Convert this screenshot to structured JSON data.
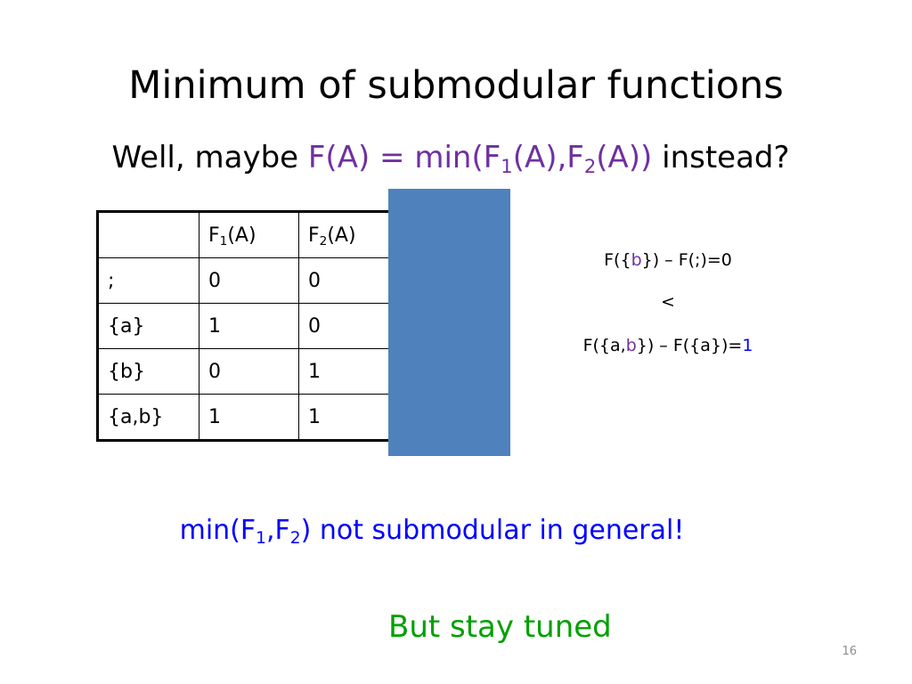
{
  "slide": {
    "title": "Minimum of submodular functions",
    "subtitle": {
      "lead": "Well, maybe ",
      "expr_prefix": "F(A) = min(F",
      "sub1": "1",
      "expr_mid": "(A),F",
      "sub2": "2",
      "expr_end": "(A))",
      "tail": " instead?"
    },
    "table": {
      "header": {
        "c0": "",
        "c1_base": "F",
        "c1_sub": "1",
        "c1_end": "(A)",
        "c2_base": "F",
        "c2_sub": "2",
        "c2_end": "(A)",
        "c3": ""
      },
      "rows": [
        {
          "set": ";",
          "f1": "0",
          "f2": "0",
          "min": ""
        },
        {
          "set": "{a}",
          "f1": "1",
          "f2": "0",
          "min": ""
        },
        {
          "set": "{b}",
          "f1": "0",
          "f2": "1",
          "min": ""
        },
        {
          "set": "{a,b}",
          "f1": "1",
          "f2": "1",
          "min": ""
        }
      ]
    },
    "inequality": {
      "line1_a": "F({",
      "line1_b": "b",
      "line1_c": "}) – F(;)=0",
      "line2": "<",
      "line3_a": "F({a,",
      "line3_b": "b",
      "line3_c": "}) – F({a})=",
      "line3_d": "1"
    },
    "note": {
      "a": "min(F",
      "s1": "1",
      "b": ",F",
      "s2": "2",
      "c": ") not submodular in general!"
    },
    "tuned": "But stay tuned",
    "page_number": "16"
  },
  "colors": {
    "purple": "#7030a0",
    "blue": "#0000ff",
    "green": "#00a000",
    "cover": "#4f81bd"
  }
}
